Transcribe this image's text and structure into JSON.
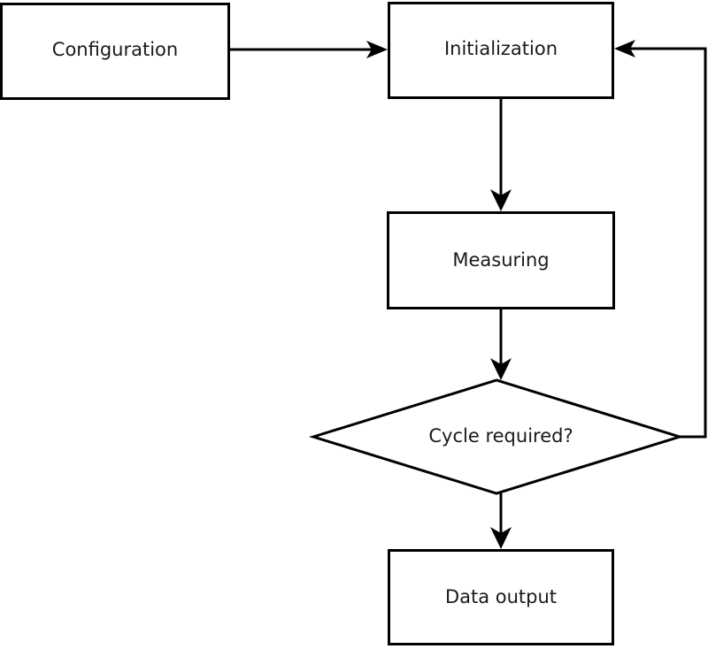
{
  "diagram": {
    "type": "flowchart",
    "background_color": "#ffffff",
    "stroke_color": "#000000",
    "text_color": "#1a1a1a",
    "nodes": [
      {
        "id": "configuration",
        "label": "Configuration",
        "shape": "rectangle"
      },
      {
        "id": "initialization",
        "label": "Initialization",
        "shape": "rectangle"
      },
      {
        "id": "measuring",
        "label": "Measuring",
        "shape": "rectangle"
      },
      {
        "id": "cycle-required",
        "label": "Cycle required?",
        "shape": "diamond"
      },
      {
        "id": "data-output",
        "label": "Data output",
        "shape": "rectangle"
      }
    ],
    "edges": [
      {
        "id": "config-to-init",
        "from": "configuration",
        "to": "initialization",
        "label": ""
      },
      {
        "id": "init-to-measuring",
        "from": "initialization",
        "to": "measuring",
        "label": ""
      },
      {
        "id": "measuring-to-cycle",
        "from": "measuring",
        "to": "cycle-required",
        "label": ""
      },
      {
        "id": "cycle-to-init-feedback",
        "from": "cycle-required",
        "to": "initialization",
        "label": ""
      },
      {
        "id": "cycle-to-output",
        "from": "cycle-required",
        "to": "data-output",
        "label": ""
      }
    ]
  }
}
